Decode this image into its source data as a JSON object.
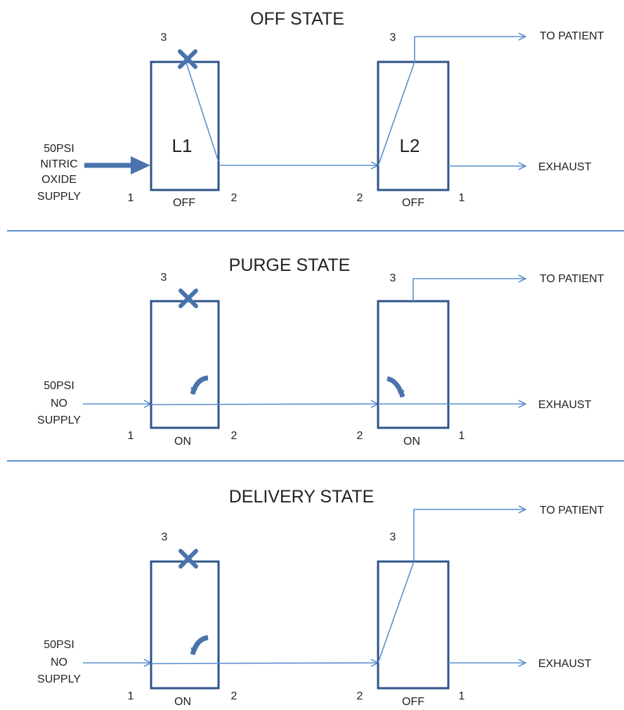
{
  "colors": {
    "valve_border": "#2e5489",
    "flow_line": "#5b8fd0",
    "symbol_fill": "#4a73ad",
    "text": "#222222"
  },
  "panels": {
    "off": {
      "title": "OFF STATE",
      "supply_lines": [
        "50PSI",
        "NITRIC",
        "OXIDE",
        "SUPPLY"
      ],
      "valve1": {
        "name": "L1",
        "state": "OFF",
        "pins": [
          "1",
          "2",
          "3"
        ]
      },
      "valve2": {
        "name": "L2",
        "state": "OFF",
        "pins": [
          "1",
          "2",
          "3"
        ]
      },
      "outputs": {
        "patient": "TO PATIENT",
        "exhaust": "EXHAUST"
      }
    },
    "purge": {
      "title": "PURGE STATE",
      "supply_lines": [
        "50PSI",
        "NO",
        "SUPPLY"
      ],
      "valve1": {
        "state": "ON",
        "pins": [
          "1",
          "2",
          "3"
        ]
      },
      "valve2": {
        "state": "ON",
        "pins": [
          "1",
          "2",
          "3"
        ]
      },
      "outputs": {
        "patient": "TO PATIENT",
        "exhaust": "EXHAUST"
      }
    },
    "delivery": {
      "title": "DELIVERY STATE",
      "supply_lines": [
        "50PSI",
        "NO",
        "SUPPLY"
      ],
      "valve1": {
        "state": "ON",
        "pins": [
          "1",
          "2",
          "3"
        ]
      },
      "valve2": {
        "state": "OFF",
        "pins": [
          "1",
          "2",
          "3"
        ]
      },
      "outputs": {
        "patient": "TO PATIENT",
        "exhaust": "EXHAUST"
      }
    }
  }
}
